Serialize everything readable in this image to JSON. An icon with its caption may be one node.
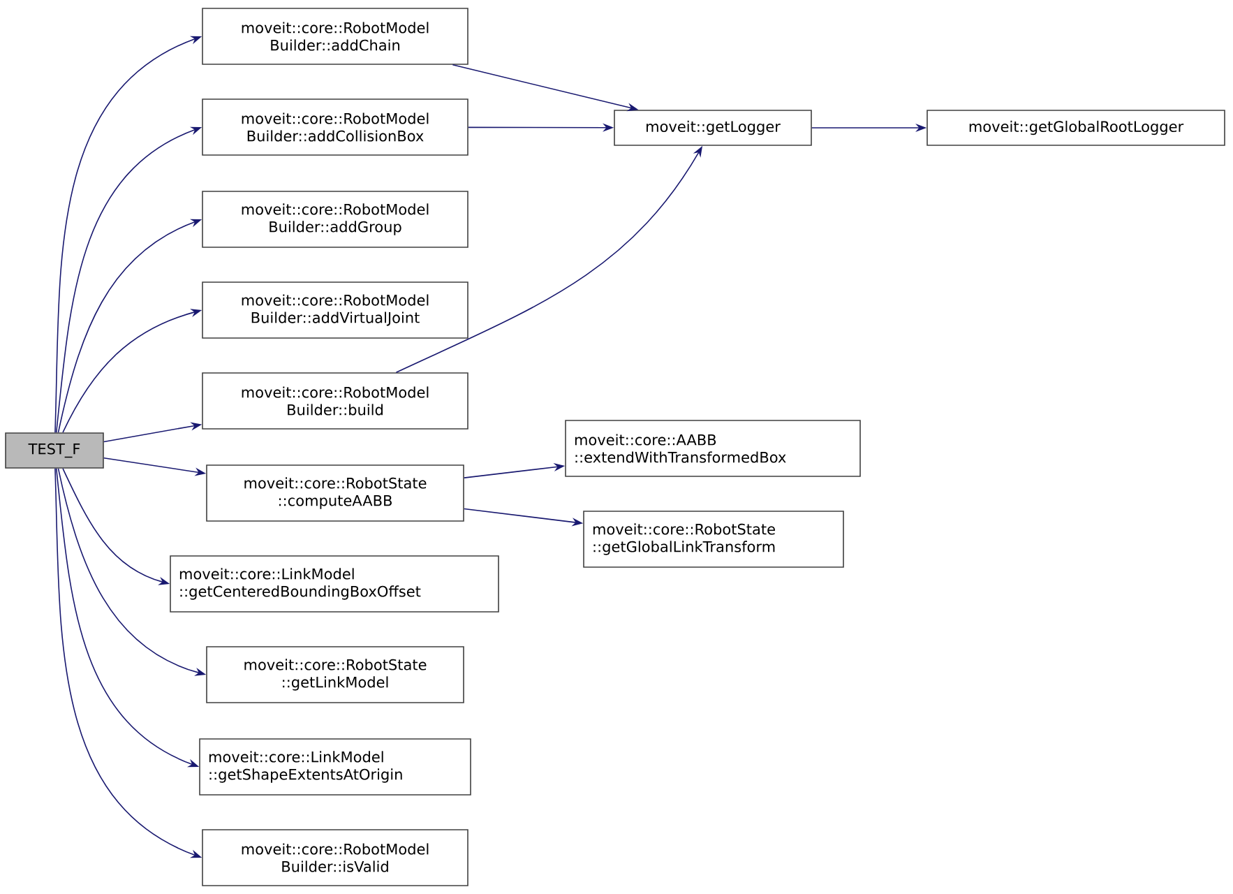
{
  "diagram": {
    "nodes": [
      {
        "text": [
          "TEST_F"
        ]
      },
      {
        "text": [
          "moveit::core::RobotModel Builder::addChain"
        ]
      },
      {
        "text": [
          "moveit::core::RobotModel Builder::addCollisionBox"
        ]
      },
      {
        "text": [
          "moveit::core::RobotModel Builder::addGroup"
        ]
      },
      {
        "text": [
          "moveit::core::RobotModel Builder::addVirtualJoint"
        ]
      },
      {
        "text": [
          "moveit::core::RobotModel Builder::build"
        ]
      },
      {
        "text": [
          "moveit::core::RobotState ::computeAABB"
        ]
      },
      {
        "text": [
          "moveit::core::LinkModel ::getCenteredBoundingBoxOffset"
        ]
      },
      {
        "text": [
          "moveit::core::RobotState ::getLinkModel"
        ]
      },
      {
        "text": [
          "moveit::core::LinkModel ::getShapeExtentsAtOrigin"
        ]
      },
      {
        "text": [
          "moveit::core::RobotModel Builder::isValid"
        ]
      },
      {
        "text": [
          "moveit::getLogger"
        ]
      },
      {
        "text": [
          "moveit::getGlobalRootLogger"
        ]
      },
      {
        "text": [
          "moveit::core::AABB ::extendWithTransformedBox"
        ]
      },
      {
        "text": [
          "moveit::core::RobotState ::getGlobalLinkTransform"
        ]
      }
    ],
    "edges": [
      {
        "from": 0,
        "to": 1,
        "arrow": "to"
      },
      {
        "from": 0,
        "to": 2,
        "arrow": "to"
      },
      {
        "from": 0,
        "to": 3,
        "arrow": "to"
      },
      {
        "from": 0,
        "to": 4,
        "arrow": "to"
      },
      {
        "from": 0,
        "to": 5,
        "arrow": "to"
      },
      {
        "from": 0,
        "to": 6,
        "arrow": "to"
      },
      {
        "from": 0,
        "to": 7,
        "arrow": "to"
      },
      {
        "from": 0,
        "to": 8,
        "arrow": "to"
      },
      {
        "from": 0,
        "to": 9,
        "arrow": "to"
      },
      {
        "from": 0,
        "to": 10,
        "arrow": "to"
      },
      {
        "from": 1,
        "to": 11,
        "arrow": "to"
      },
      {
        "from": 2,
        "to": 11,
        "arrow": "to"
      },
      {
        "from": 5,
        "to": 11,
        "arrow": "to"
      },
      {
        "from": 11,
        "to": 12,
        "arrow": "to"
      },
      {
        "from": 6,
        "to": 13,
        "arrow": "to"
      },
      {
        "from": 6,
        "to": 14,
        "arrow": "to"
      }
    ]
  }
}
